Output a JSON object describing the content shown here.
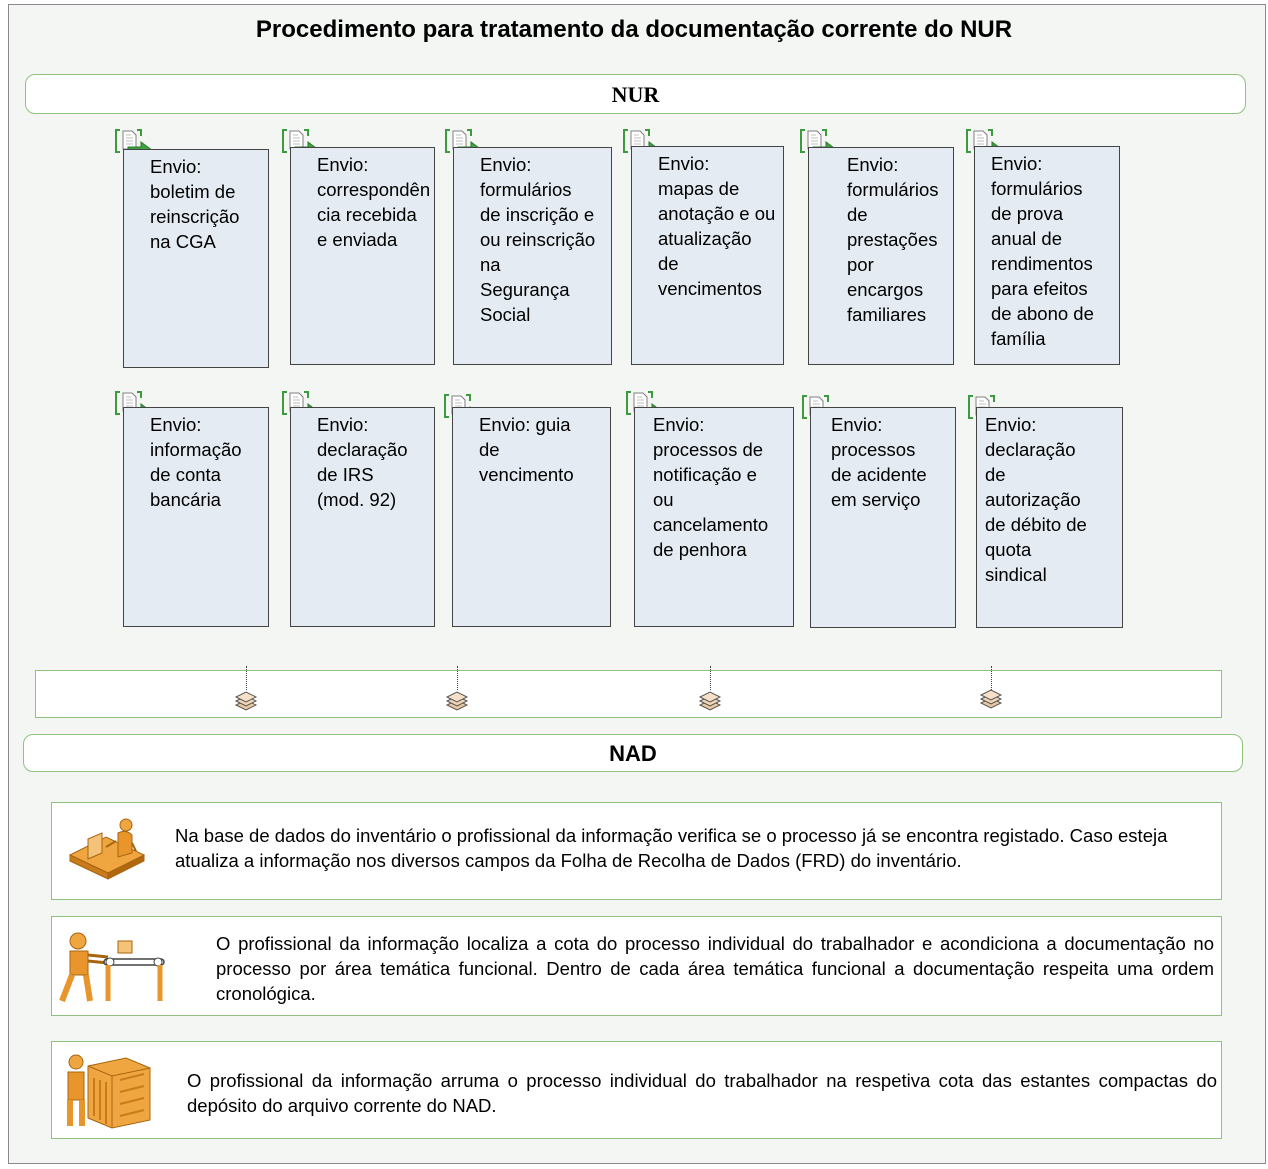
{
  "title": "Procedimento para tratamento da documentação corrente do NUR",
  "band_nur": "NUR",
  "band_nad": "NAD",
  "nur_row1": [
    "Envio:\nboletim de\nreinscrição\nna CGA",
    "Envio:\ncorrespondên\ncia recebida\ne enviada",
    "Envio:\nformulários\nde inscrição e\nou reinscrição\nna\nSegurança\nSocial",
    "Envio:\nmapas de\nanotação e ou\natualização\nde\nvencimentos",
    "Envio:\nformulários de\nprestações\npor encargos\nfamiliares",
    "Envio:\nformulários\nde prova\nanual de\nrendimentos\npara efeitos\nde abono de\nfamília"
  ],
  "nur_row2": [
    "Envio:\ninformação\nde conta\nbancária",
    "Envio:\ndeclaração\nde IRS\n(mod. 92)",
    "Envio: guia\nde\nvencimento",
    "Envio:\nprocessos de\nnotificação e\nou\ncancelamento\nde penhora",
    "Envio:\nprocessos\nde acidente\nem serviço",
    "Envio:\ndeclaração\nde\nautorização\nde débito de\nquota\nsindical"
  ],
  "nad_steps": [
    {
      "icon": "data-entry-icon",
      "text": "Na base de dados do inventário o profissional da informação  verifica se o processo já se encontra registado. Caso esteja atualiza  a informação nos diversos campos da Folha de Recolha de Dados (FRD) do inventário."
    },
    {
      "icon": "conveyor-worker-icon",
      "text": "O profissional da informação localiza a cota do processo individual do trabalhador e acondiciona a documentação no processo por área temática funcional. Dentro de cada área temática funcional a documentação respeita uma ordem cronológica."
    },
    {
      "icon": "archive-shelving-icon",
      "text": "O profissional da informação  arruma o processo individual do trabalhador na respetiva cota das estantes compactas do depósito do arquivo corrente do NAD."
    }
  ]
}
